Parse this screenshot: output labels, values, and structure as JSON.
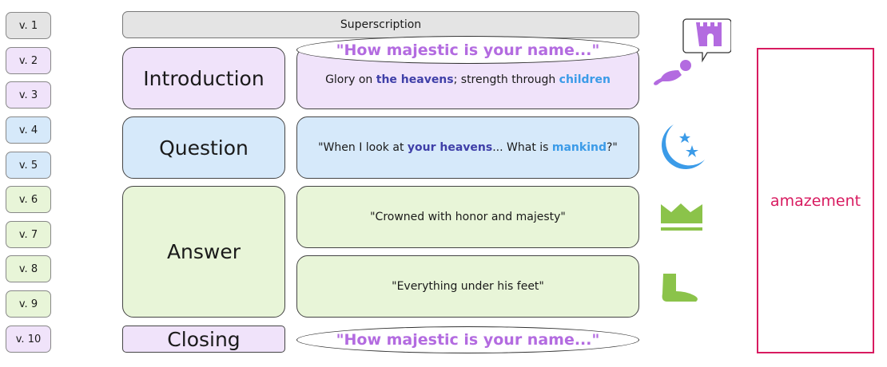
{
  "verses": [
    "v. 1",
    "v. 2",
    "v. 3",
    "v. 4",
    "v. 5",
    "v. 6",
    "v. 7",
    "v. 8",
    "v. 9",
    "v. 10"
  ],
  "sections": {
    "superscription": "Superscription",
    "introduction": "Introduction",
    "question": "Question",
    "answer": "Answer",
    "closing": "Closing"
  },
  "refrain": "\"How majestic is your name...\"",
  "intro": {
    "a": "Glory on ",
    "b": "the heavens",
    "c": "; strength through ",
    "d": "children"
  },
  "question": {
    "a": "\"When I look at ",
    "b": "your heavens",
    "c": "... What is ",
    "d": "mankind",
    "e": "?\""
  },
  "answer": {
    "crowned": "\"Crowned with honor and majesty\"",
    "feet": "\"Everything under his feet\""
  },
  "theme": "amazement",
  "icons": [
    "baby-icon",
    "castle-icon",
    "moon-stars-icon",
    "crown-icon",
    "foot-icon"
  ],
  "colors": {
    "purple": "#b36be0",
    "blue": "#3b9be8",
    "green": "#8bc34a",
    "theme": "#d81b60"
  }
}
